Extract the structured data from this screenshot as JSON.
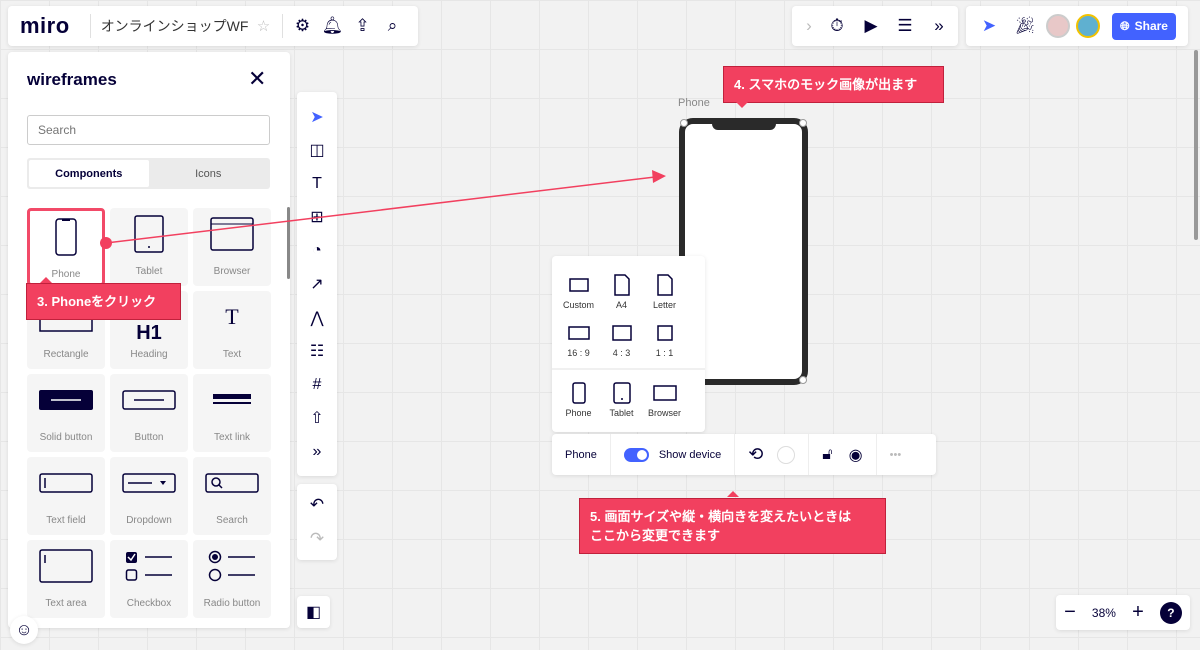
{
  "header": {
    "logo": "miro",
    "board_title": "オンラインショップWF"
  },
  "panel": {
    "title": "wireframes",
    "search_placeholder": "Search",
    "tabs": [
      {
        "label": "Components"
      },
      {
        "label": "Icons"
      }
    ],
    "items": [
      {
        "label": "Phone"
      },
      {
        "label": "Tablet"
      },
      {
        "label": "Browser"
      },
      {
        "label": "Rectangle"
      },
      {
        "label": "Heading"
      },
      {
        "label": "Text"
      },
      {
        "label": "Solid button"
      },
      {
        "label": "Button"
      },
      {
        "label": "Text link"
      },
      {
        "label": "Text field"
      },
      {
        "label": "Dropdown"
      },
      {
        "label": "Search"
      },
      {
        "label": "Text area"
      },
      {
        "label": "Checkbox"
      },
      {
        "label": "Radio button"
      }
    ]
  },
  "topright": {
    "share_label": "Share"
  },
  "canvas": {
    "frame_label": "Phone"
  },
  "popup": {
    "sizes": [
      {
        "label": "Custom"
      },
      {
        "label": "A4"
      },
      {
        "label": "Letter"
      },
      {
        "label": "16 : 9"
      },
      {
        "label": "4 : 3"
      },
      {
        "label": "1 : 1"
      }
    ],
    "devices": [
      {
        "label": "Phone"
      },
      {
        "label": "Tablet"
      },
      {
        "label": "Browser"
      }
    ]
  },
  "context_bar": {
    "frame_name": "Phone",
    "show_device_label": "Show device",
    "show_device_on": true
  },
  "callouts": {
    "c3": "3. Phoneをクリック",
    "c4": "4. スマホのモック画像が出ます",
    "c5_line1": "5. 画面サイズや縦・横向きを変えたいときは",
    "c5_line2": "ここから変更できます"
  },
  "zoom": {
    "level": "38%"
  },
  "colors": {
    "accent": "#4262ff",
    "callout": "#f2405f"
  }
}
